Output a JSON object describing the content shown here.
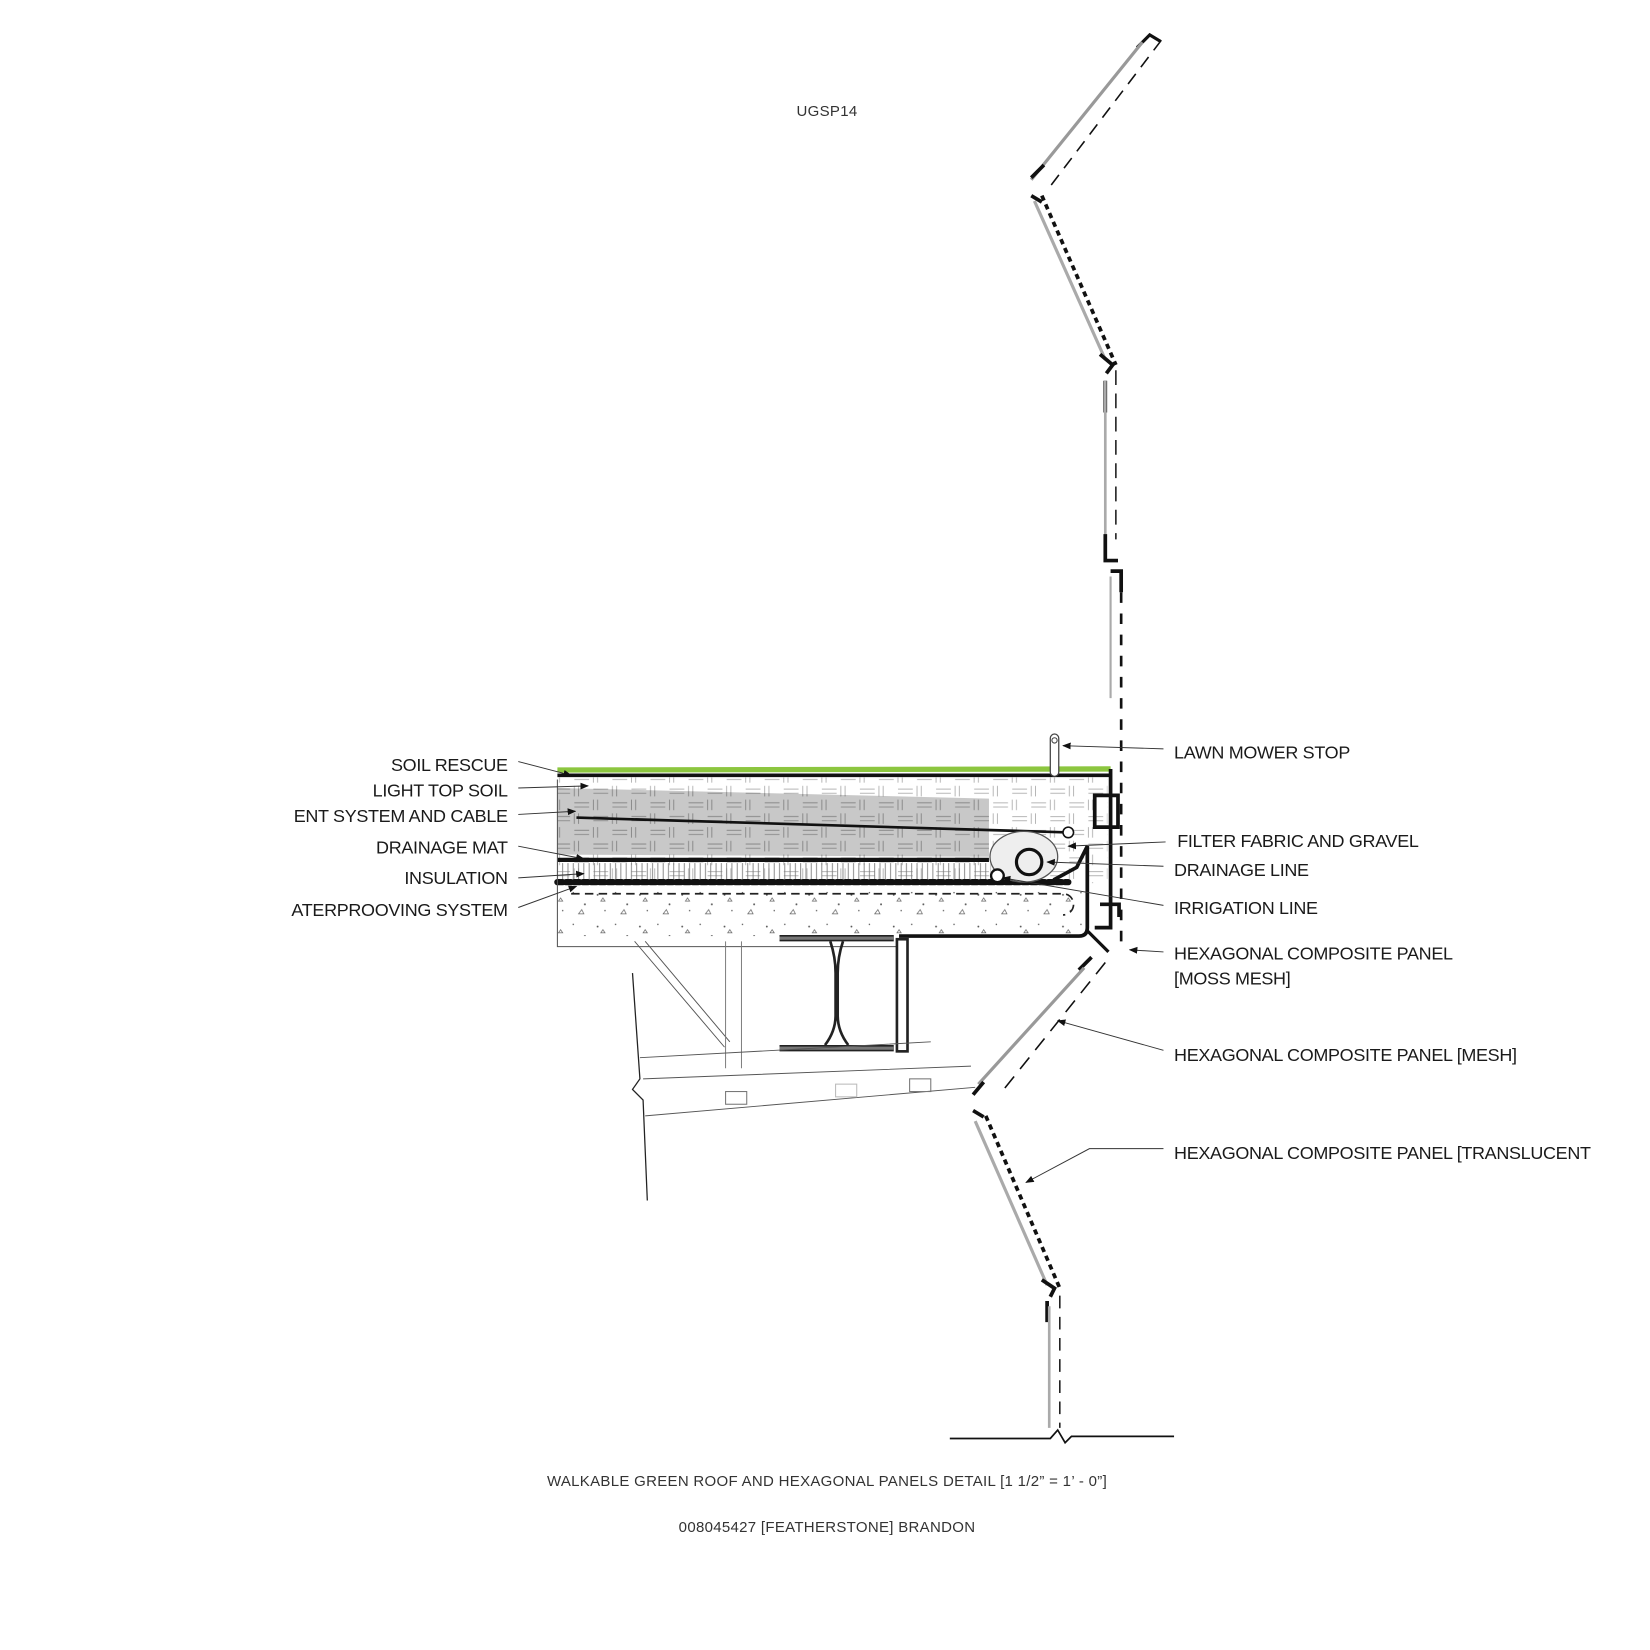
{
  "sheet": {
    "code": "UGSP14",
    "title": "WALKABLE GREEN ROOF AND HEXAGONAL PANELS DETAIL [1 1/2” = 1’ - 0”]",
    "author": "008045427 [FEATHERSTONE] BRANDON"
  },
  "colors": {
    "grass": "#8cc63f",
    "ink": "#1a1a1a",
    "soil": "#c8c8c8"
  },
  "labels_left": [
    "SOIL RESCUE",
    "LIGHT TOP SOIL",
    "ENT SYSTEM AND CABLE",
    "DRAINAGE MAT",
    "INSULATION",
    "ATERPROOVING SYSTEM"
  ],
  "labels_right": [
    "LAWN MOWER STOP",
    "FILTER FABRIC AND GRAVEL",
    "DRAINAGE LINE",
    "IRRIGATION LINE",
    "HEXAGONAL COMPOSITE PANEL",
    "[MOSS MESH]",
    "HEXAGONAL COMPOSITE PANEL [MESH]",
    "HEXAGONAL COMPOSITE PANEL [TRANSLUCENT"
  ]
}
